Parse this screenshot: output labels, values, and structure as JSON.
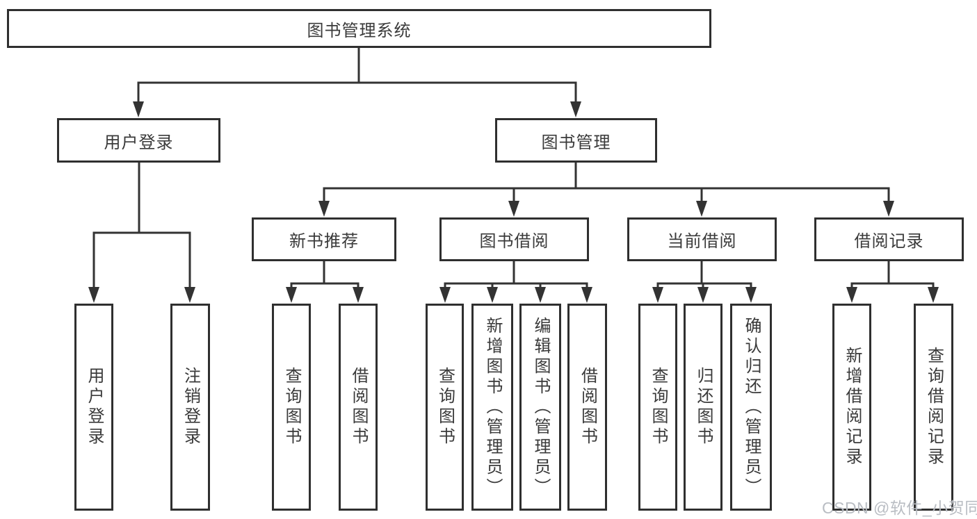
{
  "diagram": {
    "root": {
      "label": "图书管理系统"
    },
    "branches": [
      {
        "label": "用户登录",
        "leaves": [
          "用户登录",
          "注销登录"
        ]
      },
      {
        "label": "图书管理",
        "children": [
          {
            "label": "新书推荐",
            "leaves": [
              "查询图书",
              "借阅图书"
            ]
          },
          {
            "label": "图书借阅",
            "leaves": [
              "查询图书",
              "新增图书（管理员）",
              "编辑图书（管理员）",
              "借阅图书"
            ]
          },
          {
            "label": "当前借阅",
            "leaves": [
              "查询图书",
              "归还图书",
              "确认归还（管理员）"
            ]
          },
          {
            "label": "借阅记录",
            "leaves": [
              "新增借阅记录",
              "查询借阅记录"
            ]
          }
        ]
      }
    ]
  },
  "watermark": {
    "text": "CSDN @软件_小贺同学"
  },
  "colors": {
    "line": "#333333",
    "border": "#2f2f2f",
    "text": "#3a3a3a",
    "background": "#ffffff",
    "watermark": "#b9bdc3"
  }
}
